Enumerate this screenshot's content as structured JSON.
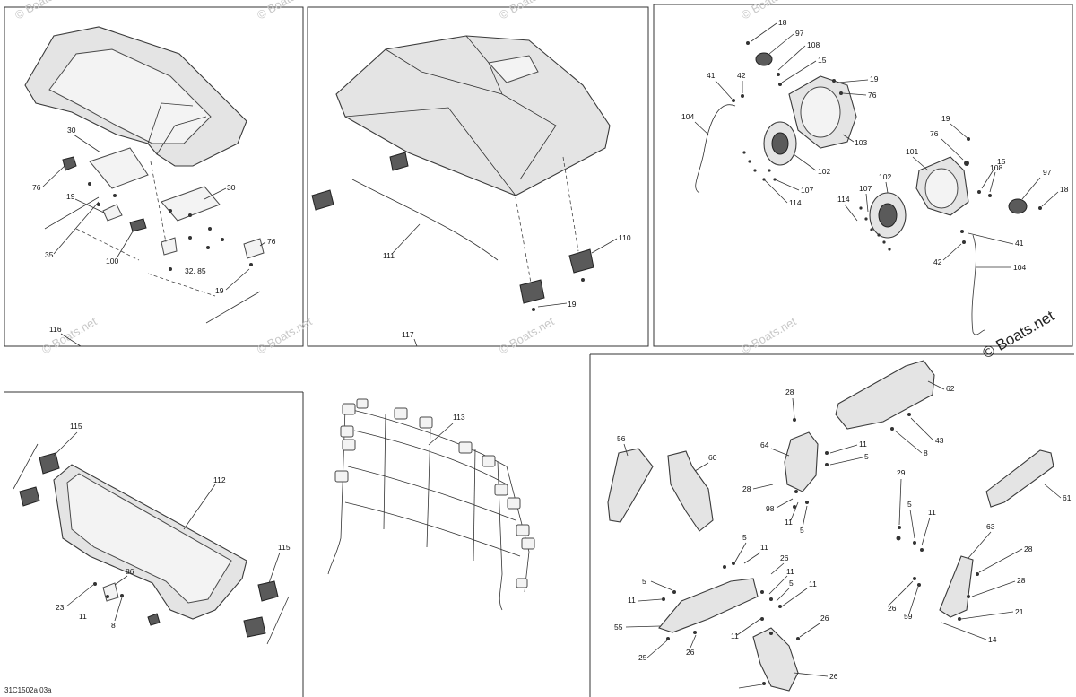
{
  "diagram_id": "31C1502a 03a",
  "brand_watermark": "© Boats.net",
  "panels": {
    "roof_a": {
      "assembly_label": "116",
      "callouts": [
        "30",
        "76",
        "19",
        "30",
        "35",
        "100",
        "32, 85",
        "76",
        "19"
      ]
    },
    "roof_b": {
      "assembly_label": "117",
      "callouts": [
        "111",
        "110",
        "19"
      ]
    },
    "audio": {
      "callouts": [
        "18",
        "97",
        "108",
        "15",
        "19",
        "41",
        "42",
        "76",
        "104",
        "103",
        "102",
        "107",
        "114",
        "19",
        "76",
        "101",
        "15",
        "108",
        "97",
        "18",
        "107",
        "102",
        "114",
        "41",
        "42",
        "104"
      ]
    },
    "rear_window": {
      "callouts": [
        "115",
        "112",
        "86",
        "23",
        "11",
        "8",
        "115"
      ]
    },
    "rear_net": {
      "callouts": [
        "113"
      ]
    },
    "panels_trim": {
      "callouts": [
        "28",
        "62",
        "56",
        "60",
        "64",
        "11",
        "5",
        "43",
        "8",
        "28",
        "29",
        "61",
        "98",
        "11",
        "5",
        "5",
        "11",
        "5",
        "11",
        "63",
        "26",
        "28",
        "5",
        "11",
        "5",
        "11",
        "28",
        "11",
        "21",
        "55",
        "26",
        "11",
        "14",
        "25",
        "26",
        "26",
        "59",
        "26"
      ]
    }
  }
}
